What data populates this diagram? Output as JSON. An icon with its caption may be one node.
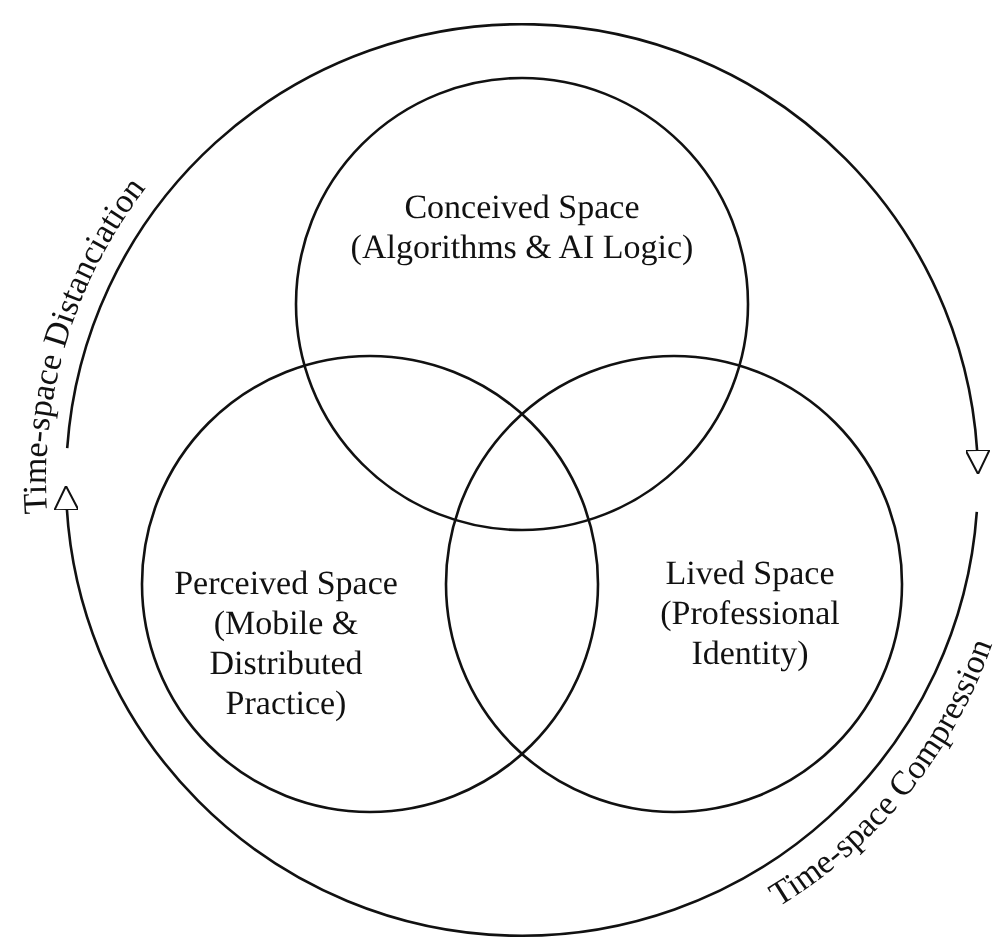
{
  "diagram": {
    "nodes": [
      {
        "text": [
          "Conceived Space (Algorithms & AI Logic)"
        ]
      },
      {
        "text": [
          "Perceived Space (Mobile & Distributed Practice)"
        ]
      },
      {
        "text": [
          "Lived Space (Professional Identity)"
        ]
      }
    ],
    "labels": [
      "Time-space Distanciation",
      "Time-space Compression"
    ]
  }
}
